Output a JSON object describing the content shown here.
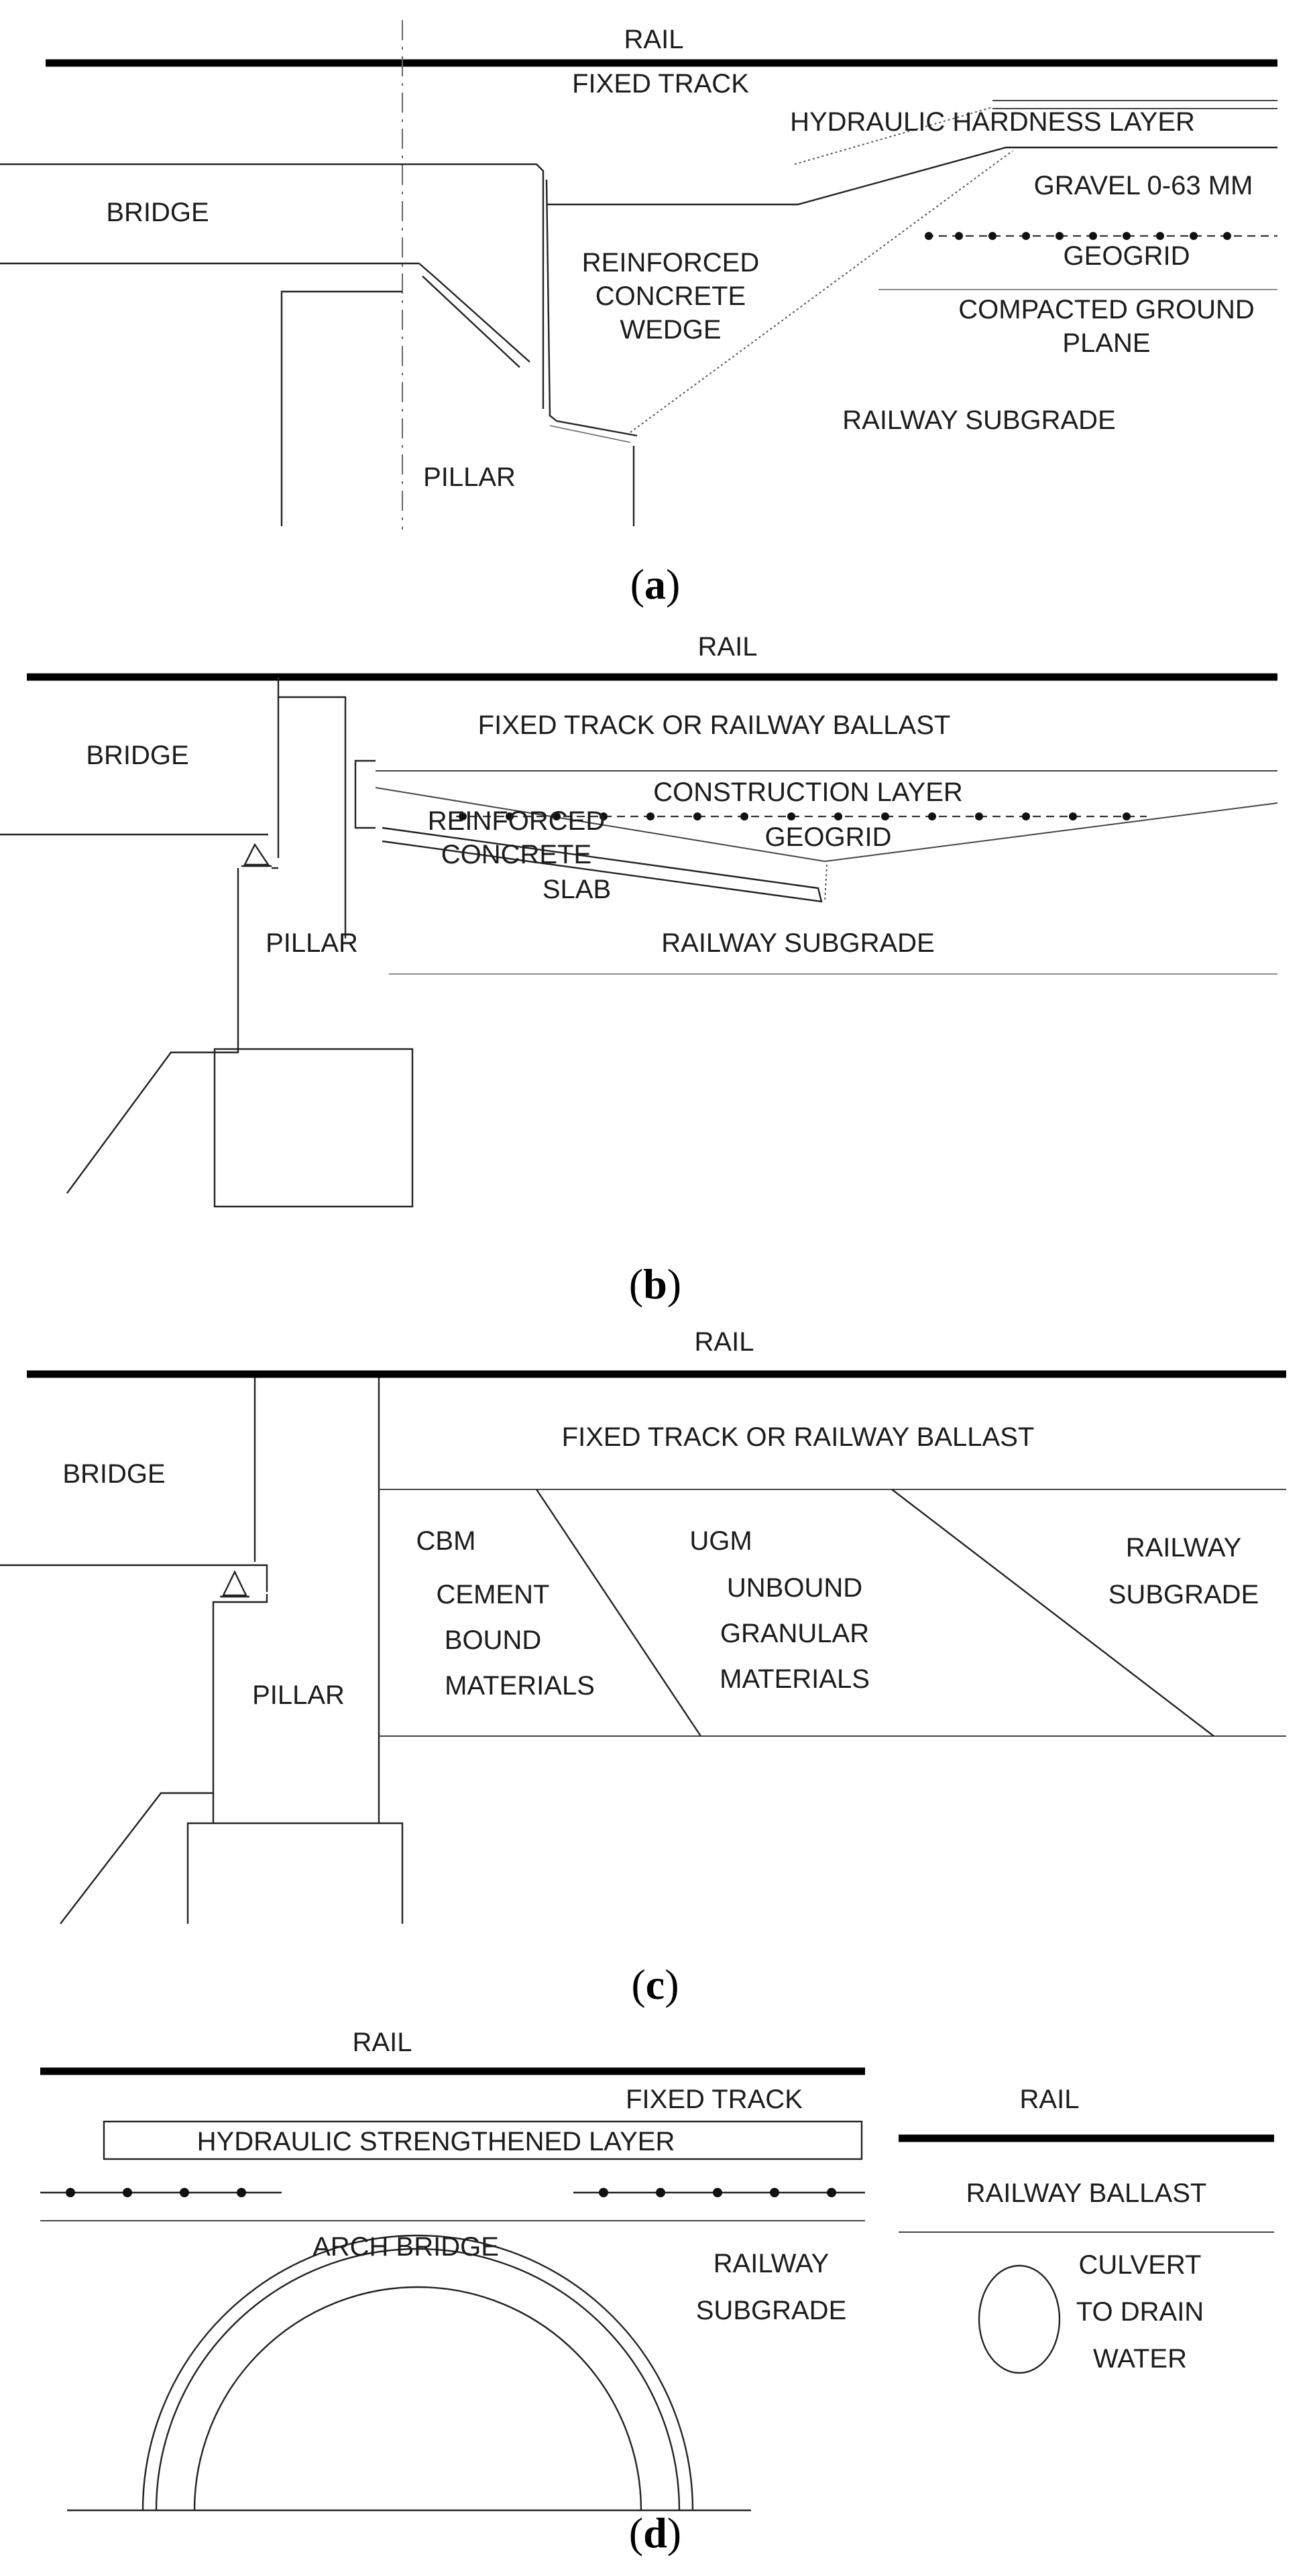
{
  "panels": {
    "a": {
      "caption": "a",
      "labels": {
        "rail": "RAIL",
        "fixed_track": "FIXED TRACK",
        "hydraulic_layer": "HYDRAULIC HARDNESS LAYER",
        "gravel": "GRAVEL 0-63 MM",
        "bridge": "BRIDGE",
        "rc_line1": "REINFORCED",
        "rc_line2": "CONCRETE",
        "rc_line3": "WEDGE",
        "geogrid": "GEOGRID",
        "ground_line1": "COMPACTED GROUND",
        "ground_line2": "PLANE",
        "subgrade": "RAILWAY SUBGRADE",
        "pillar": "PILLAR"
      }
    },
    "b": {
      "caption": "b",
      "labels": {
        "rail": "RAIL",
        "fixed_track": "FIXED TRACK OR RAILWAY BALLAST",
        "bridge": "BRIDGE",
        "construction_layer": "CONSTRUCTION LAYER",
        "rc_line1": "REINFORCED",
        "rc_line2": "CONCRETE",
        "rc_line3": "SLAB",
        "geogrid": "GEOGRID",
        "pillar": "PILLAR",
        "subgrade": "RAILWAY SUBGRADE"
      }
    },
    "c": {
      "caption": "c",
      "labels": {
        "rail": "RAIL",
        "fixed_track": "FIXED TRACK OR RAILWAY BALLAST",
        "bridge": "BRIDGE",
        "cbm": "CBM",
        "cbm_line1": "CEMENT",
        "cbm_line2": "BOUND",
        "cbm_line3": "MATERIALS",
        "ugm": "UGM",
        "ugm_line1": "UNBOUND",
        "ugm_line2": "GRANULAR",
        "ugm_line3": "MATERIALS",
        "subgrade_line1": "RAILWAY",
        "subgrade_line2": "SUBGRADE",
        "pillar": "PILLAR"
      }
    },
    "d": {
      "caption": "d",
      "labels": {
        "rail_left": "RAIL",
        "fixed_track": "FIXED TRACK",
        "hydraulic_layer": "HYDRAULIC STRENGTHENED LAYER",
        "arch_bridge": "ARCH BRIDGE",
        "subgrade_line1": "RAILWAY",
        "subgrade_line2": "SUBGRADE",
        "rail_right": "RAIL",
        "ballast": "RAILWAY BALLAST",
        "culvert_line1": "CULVERT",
        "culvert_line2": "TO DRAIN",
        "culvert_line3": "WATER"
      }
    }
  }
}
